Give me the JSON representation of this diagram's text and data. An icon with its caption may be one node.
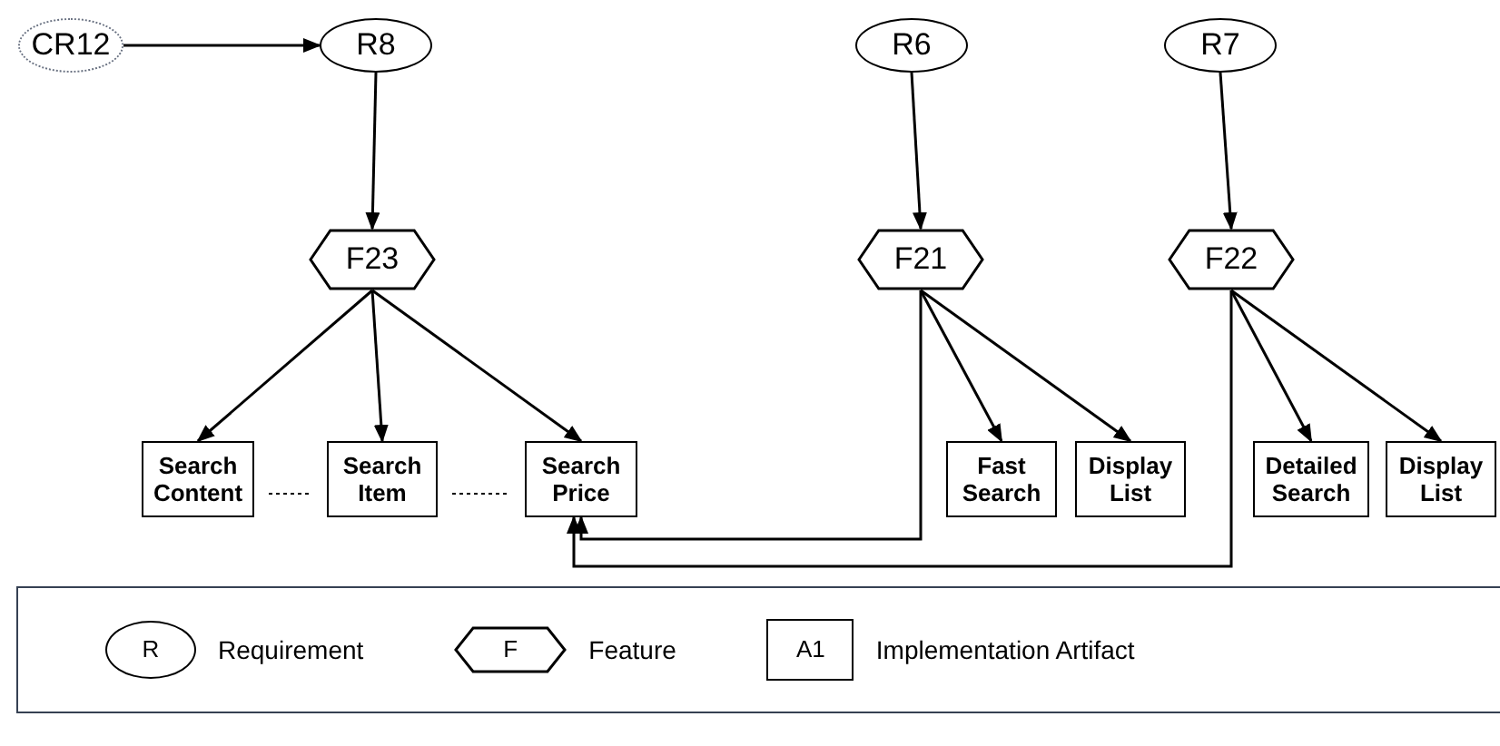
{
  "diagram": {
    "nodes": [
      {
        "text": [
          "CR12"
        ]
      },
      {
        "text": [
          "R8"
        ]
      },
      {
        "text": [
          "R6"
        ]
      },
      {
        "text": [
          "R7"
        ]
      },
      {
        "text": [
          "F23"
        ]
      },
      {
        "text": [
          "F21"
        ]
      },
      {
        "text": [
          "F22"
        ]
      },
      {
        "text": [
          "Search Content"
        ]
      },
      {
        "text": [
          "Search Item"
        ]
      },
      {
        "text": [
          "Search Price"
        ]
      },
      {
        "text": [
          "Fast Search"
        ]
      },
      {
        "text": [
          "Display List"
        ]
      },
      {
        "text": [
          "Detailed Search"
        ]
      },
      {
        "text": [
          "Display List"
        ]
      }
    ],
    "edges": [
      {
        "from": 0,
        "to": 1,
        "arrow": "to"
      },
      {
        "from": 1,
        "to": 4,
        "arrow": "to"
      },
      {
        "from": 2,
        "to": 5,
        "arrow": "to"
      },
      {
        "from": 3,
        "to": 6,
        "arrow": "to"
      },
      {
        "from": 4,
        "to": 7,
        "arrow": "to"
      },
      {
        "from": 4,
        "to": 8,
        "arrow": "to"
      },
      {
        "from": 4,
        "to": 9,
        "arrow": "to"
      },
      {
        "from": 5,
        "to": 10,
        "arrow": "to"
      },
      {
        "from": 5,
        "to": 11,
        "arrow": "to"
      },
      {
        "from": 6,
        "to": 12,
        "arrow": "to"
      },
      {
        "from": 6,
        "to": 13,
        "arrow": "to"
      },
      {
        "from": 5,
        "to": 9,
        "arrow": "to"
      },
      {
        "from": 6,
        "to": 9,
        "arrow": "to"
      },
      {
        "from": 7,
        "to": 8,
        "arrow": "none",
        "style": "dashed"
      },
      {
        "from": 8,
        "to": 9,
        "arrow": "none",
        "style": "dashed"
      }
    ],
    "labels": [
      "R",
      "F",
      "A1"
    ],
    "legend": [
      {
        "text": "Requirement"
      },
      {
        "text": "Feature"
      },
      {
        "text": "Implementation Artifact"
      }
    ]
  }
}
